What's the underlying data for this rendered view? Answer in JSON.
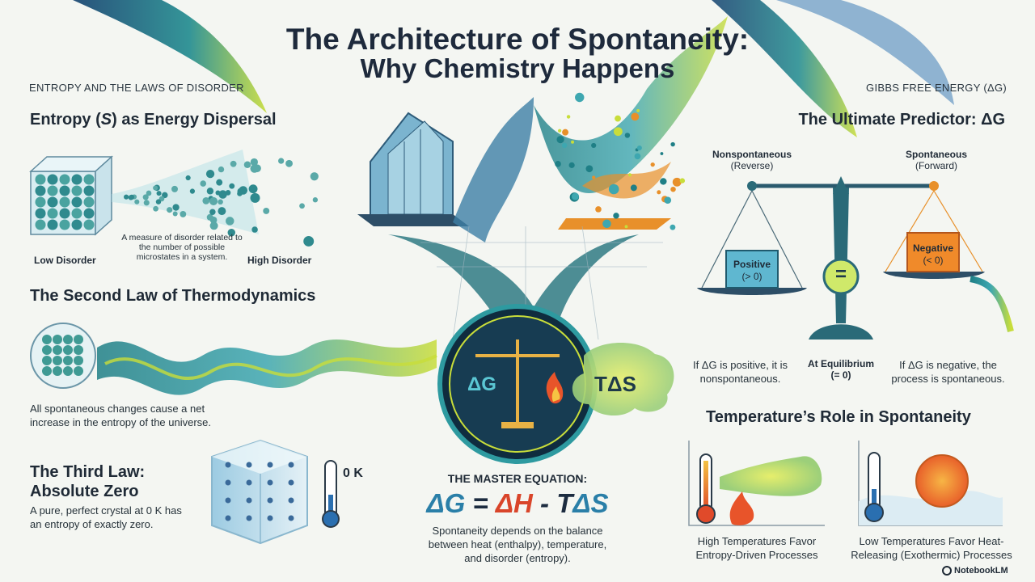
{
  "title": {
    "line1": "The Architecture of Spontaneity:",
    "line2": "Why Chemistry Happens"
  },
  "left": {
    "section_label": "ENTROPY AND THE LAWS OF DISORDER",
    "entropy": {
      "heading_pre": "Entropy (",
      "heading_symbol": "S",
      "heading_post": ") as Energy Dispersal",
      "definition": "A measure of disorder related to the number of possible microstates in a system.",
      "low_label": "Low Disorder",
      "high_label": "High Disorder"
    },
    "second_law": {
      "heading": "The Second Law of Thermodynamics",
      "text": "All spontaneous changes cause a net increase in the entropy of the universe."
    },
    "third_law": {
      "heading_line1": "The Third Law:",
      "heading_line2": "Absolute Zero",
      "text": "A pure, perfect crystal at 0 K has an entropy of exactly zero.",
      "temp_label": "0 K"
    }
  },
  "center": {
    "badge_left": "ΔG",
    "badge_right": "TΔS",
    "master_label": "THE MASTER EQUATION:",
    "equation": {
      "p1": "ΔG",
      "p2": " = ",
      "p3": "ΔH",
      "p4": " - T",
      "p5": "ΔS"
    },
    "caption": "Spontaneity depends on the balance between heat (enthalpy), temperature, and disorder (entropy)."
  },
  "right": {
    "section_label": "GIBBS FREE ENERGY (ΔG)",
    "heading": "The Ultimate Predictor: ΔG",
    "nonspontaneous": {
      "label": "Nonspontaneous",
      "sub": "(Reverse)"
    },
    "spontaneous": {
      "label": "Spontaneous",
      "sub": "(Forward)"
    },
    "positive_box": {
      "line1": "Positive",
      "line2": "(> 0)"
    },
    "negative_box": {
      "line1": "Negative",
      "line2": "(< 0)"
    },
    "equals_symbol": "=",
    "positive_note": "If ΔG is positive, it is nonspontaneous.",
    "equilibrium": {
      "label": "At Equilibrium",
      "sub": "(= 0)"
    },
    "negative_note": "If ΔG is negative, the process is spontaneous.",
    "temperature_heading": "Temperature’s Role in Spontaneity",
    "high_temp_caption": "High Temperatures Favor Entropy-Driven Processes",
    "low_temp_caption": "Low Temperatures Favor Heat-Releasing (Exothermic) Processes"
  },
  "footer": {
    "brand": "NotebookLM"
  },
  "colors": {
    "teal": "#1f7f86",
    "blue": "#2a6fb0",
    "lime": "#c8dd3a",
    "orange": "#e8902a",
    "navy": "#1e2a3c",
    "background": "#f4f6f2"
  }
}
